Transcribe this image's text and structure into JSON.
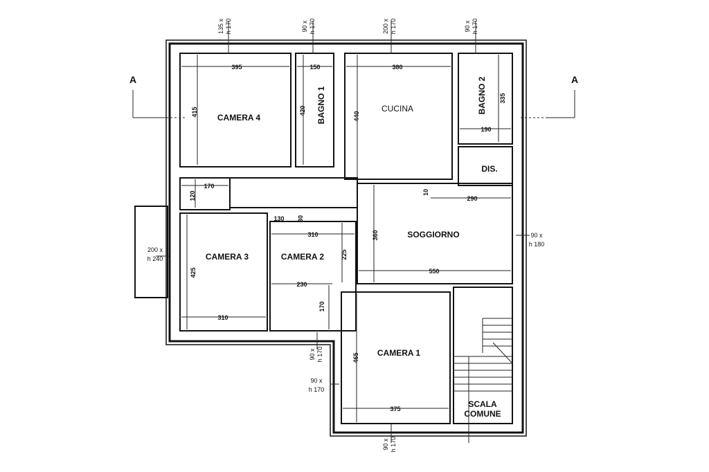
{
  "rooms": {
    "camera4": "CAMERA  4",
    "bagno1": "BAGNO 1",
    "cucina": "CUCINA",
    "bagno2": "BAGNO 2",
    "dis": "DIS.",
    "soggiorno": "SOGGIORNO",
    "camera3": "CAMERA 3",
    "camera2": "CAMERA 2",
    "camera1": "CAMERA 1",
    "scala_line1": "SCALA",
    "scala_line2": "COMUNE"
  },
  "section_marks": {
    "left": "A",
    "right": "A"
  },
  "dimensions": {
    "d395": "395",
    "d415": "415",
    "d150": "150",
    "d420": "420",
    "d380": "380",
    "d440": "440",
    "d335": "335",
    "d190": "190",
    "d170a": "170",
    "d120": "120",
    "d130": "130",
    "d30": "30",
    "d310a": "310",
    "d225": "225",
    "d360": "360",
    "d10": "10",
    "d290": "290",
    "d550": "550",
    "d425": "425",
    "d310b": "310",
    "d230": "230",
    "d170b": "170",
    "d465": "465",
    "d375": "375"
  },
  "windows": {
    "w1_l1": "135 x",
    "w1_l2": "h 170",
    "w2_l1": "90 x",
    "w2_l2": "h 170",
    "w3_l1": "200 x",
    "w3_l2": "h 170",
    "w4_l1": "90 x",
    "w4_l2": "h 170",
    "w5_l1": "90 x",
    "w5_l2": "h 180",
    "w6_l1": "200 x",
    "w6_l2": "h 240",
    "w7_l1": "90 x",
    "w7_l2": "h 170",
    "w8_l1": "90 x",
    "w8_l2": "h 170",
    "w9_l1": "90 x",
    "w9_l2": "h 170"
  }
}
